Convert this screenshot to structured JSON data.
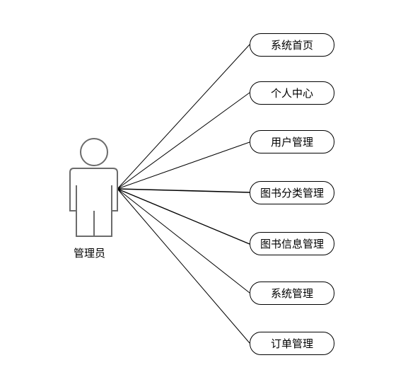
{
  "actor": {
    "label": "管理员",
    "icon": "person-icon"
  },
  "use_cases": [
    {
      "label": "系统首页"
    },
    {
      "label": "个人中心"
    },
    {
      "label": "用户管理"
    },
    {
      "label": "图书分类管理"
    },
    {
      "label": "图书信息管理"
    },
    {
      "label": "系统管理"
    },
    {
      "label": "订单管理"
    }
  ],
  "colors": {
    "line": "#000000",
    "actor_stroke": "#6b6b6b"
  }
}
